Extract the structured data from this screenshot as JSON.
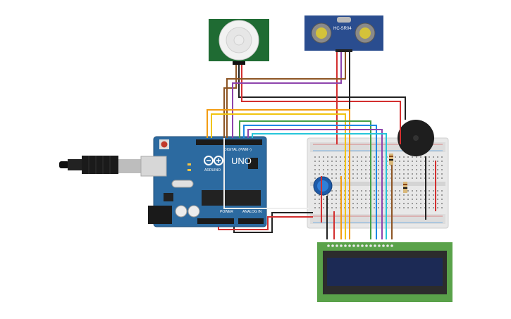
{
  "colors": {
    "board_blue": "#2c6aa0",
    "board_dark": "#1f4f7a",
    "pir_green": "#1f6b33",
    "sonar_blue": "#2a4d8f",
    "lcd_green": "#5aa24a",
    "lcd_screen": "#1c2a55",
    "breadboard": "#e6e6e6",
    "wire_red": "#d32f2f",
    "wire_black": "#222222",
    "wire_orange": "#f39c12",
    "wire_yellow": "#f1c40f",
    "wire_green": "#43a047",
    "wire_blue": "#1e88e5",
    "wire_purple": "#8e44ad",
    "wire_brown": "#8d5524",
    "wire_cyan": "#26c6da",
    "wire_white": "#eeeeee"
  },
  "arduino": {
    "model": "UNO",
    "brand": "ARDUINO",
    "digital_label": "DIGITAL (PWM~)",
    "power_label": "POWER",
    "analog_label": "ANALOG IN"
  },
  "sonar": {
    "label": "HC-SR04"
  },
  "pir": {
    "icon": "pir-dome-icon"
  },
  "buzzer": {
    "icon": "piezo-buzzer-icon"
  },
  "potentiometer": {
    "icon": "knob-icon"
  },
  "lcd": {
    "icon": "lcd-16x2-icon"
  }
}
